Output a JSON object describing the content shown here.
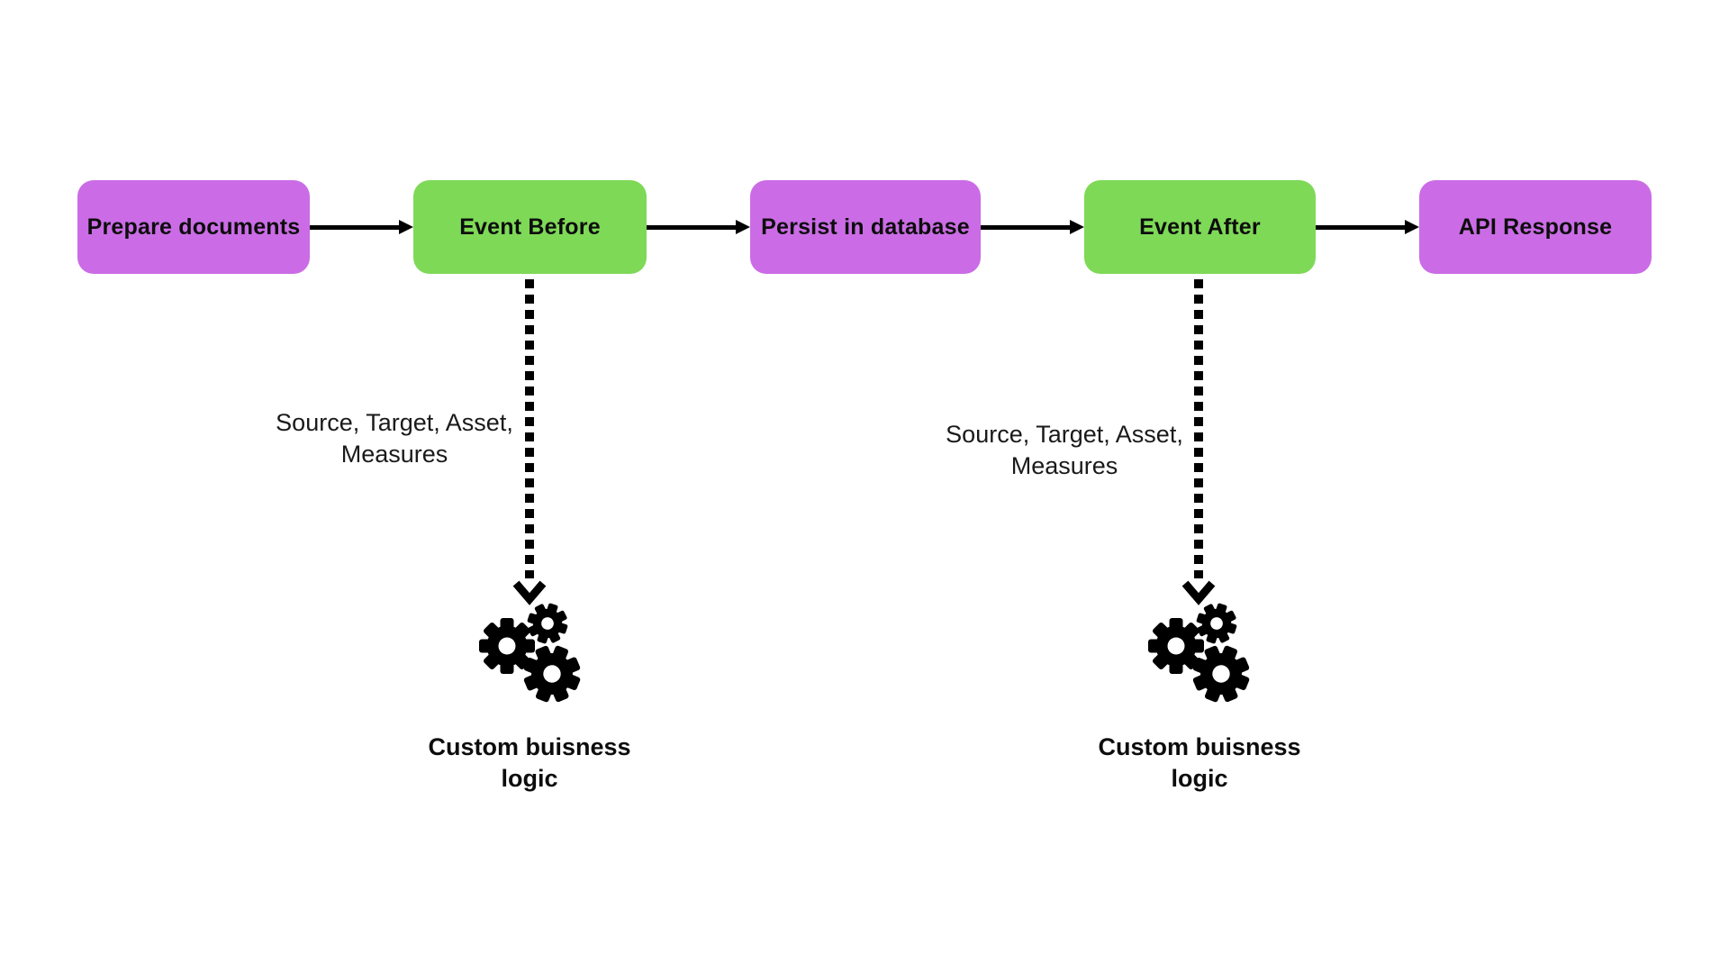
{
  "canvas": {
    "background": "#FFFFFF"
  },
  "colors": {
    "node_purple": "#CB6CE6",
    "node_green": "#7ED957",
    "connector_black": "#000000",
    "text_dark": "#0D0D0D"
  },
  "flow": {
    "nodes": [
      {
        "label": "Prepare documents",
        "fill": "#CB6CE6"
      },
      {
        "label": "Event Before",
        "fill": "#7ED957"
      },
      {
        "label": "Persist in database",
        "fill": "#CB6CE6"
      },
      {
        "label": "Event After",
        "fill": "#7ED957"
      },
      {
        "label": "API Response",
        "fill": "#CB6CE6"
      }
    ],
    "connector_style": "solid-right-arrow",
    "branches": [
      {
        "source": "Event Before",
        "connector_style": "dashed-down-arrow",
        "annotation": {
          "line1": "Source, Target, Asset,",
          "line2": "Measures"
        },
        "icon": "gears-icon",
        "caption": {
          "line1": "Custom buisness",
          "line2": "logic"
        }
      },
      {
        "source": "Event After",
        "connector_style": "dashed-down-arrow",
        "annotation": {
          "line1": "Source, Target, Asset,",
          "line2": "Measures"
        },
        "icon": "gears-icon",
        "caption": {
          "line1": "Custom buisness",
          "line2": "logic"
        }
      }
    ]
  }
}
